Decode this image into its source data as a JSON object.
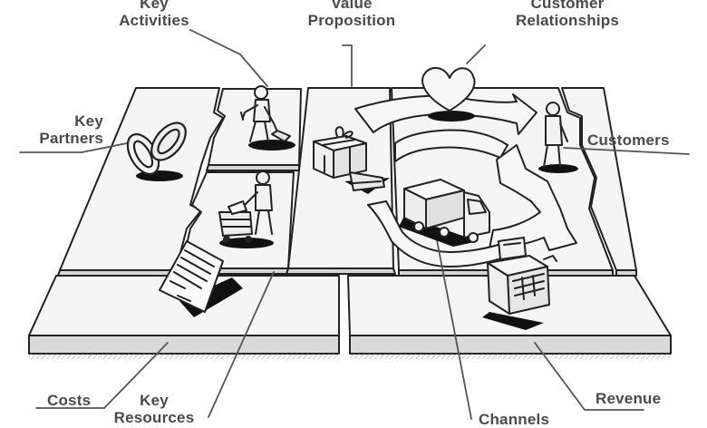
{
  "labels": {
    "key_activities": [
      "Key",
      "Activities"
    ],
    "value_proposition": [
      "Value",
      "Proposition"
    ],
    "customer_relationships": [
      "Customer",
      "Relationships"
    ],
    "key_partners": [
      "Key",
      "Partners"
    ],
    "customers": "Customers",
    "costs": "Costs",
    "key_resources": [
      "Key",
      "Resources"
    ],
    "channels": "Channels",
    "revenue": "Revenue"
  },
  "colors": {
    "ink": "#1f1f1f",
    "board_top": "#f4f4f4",
    "board_side": "#d6d6d6",
    "shadow": "#111111",
    "label_text": "#4a4a4a"
  },
  "icons": [
    "rings-icon",
    "digging-person-icon",
    "person-with-cart-icon",
    "gift-cart-icon",
    "heart-icon",
    "customer-person-icon",
    "delivery-truck-icon",
    "cash-register-icon",
    "invoice-document-icon"
  ]
}
